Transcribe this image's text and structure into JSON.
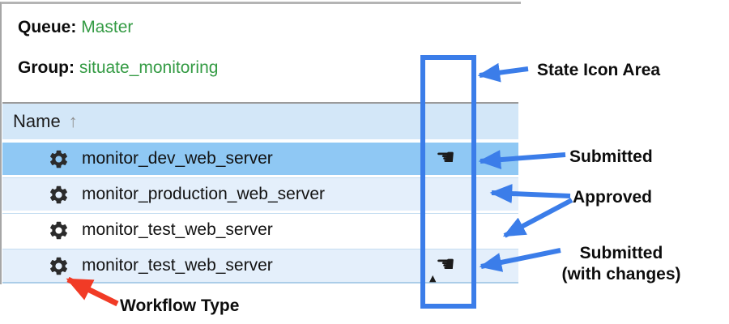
{
  "panel": {
    "queue_label": "Queue:",
    "queue_value": "Master",
    "group_label": "Group:",
    "group_value": "situate_monitoring"
  },
  "table": {
    "column_header": "Name",
    "sort_icon": "↑",
    "rows": [
      {
        "name": "monitor_dev_web_server",
        "state": "submitted",
        "selected": true
      },
      {
        "name": "monitor_production_web_server",
        "state": "approved",
        "selected": false
      },
      {
        "name": "monitor_test_web_server",
        "state": "approved",
        "selected": false
      },
      {
        "name": "monitor_test_web_server",
        "state": "submitted_with_changes",
        "selected": false
      }
    ]
  },
  "icons": {
    "submitted_hand": "☚",
    "changes_triangle": "▲"
  },
  "annotations": {
    "state_icon_area": "State Icon Area",
    "submitted": "Submitted",
    "approved": "Approved",
    "submitted_with_changes_line1": "Submitted",
    "submitted_with_changes_line2": "(with changes)",
    "workflow_type": "Workflow Type"
  },
  "colors": {
    "annotation_blue": "#3b7de9",
    "annotation_red": "#f13b26",
    "value_green": "#349b44",
    "header_bg": "#d3e7f8",
    "selected_row_bg": "#8fc8f4",
    "row_bg": "#e4effb"
  }
}
